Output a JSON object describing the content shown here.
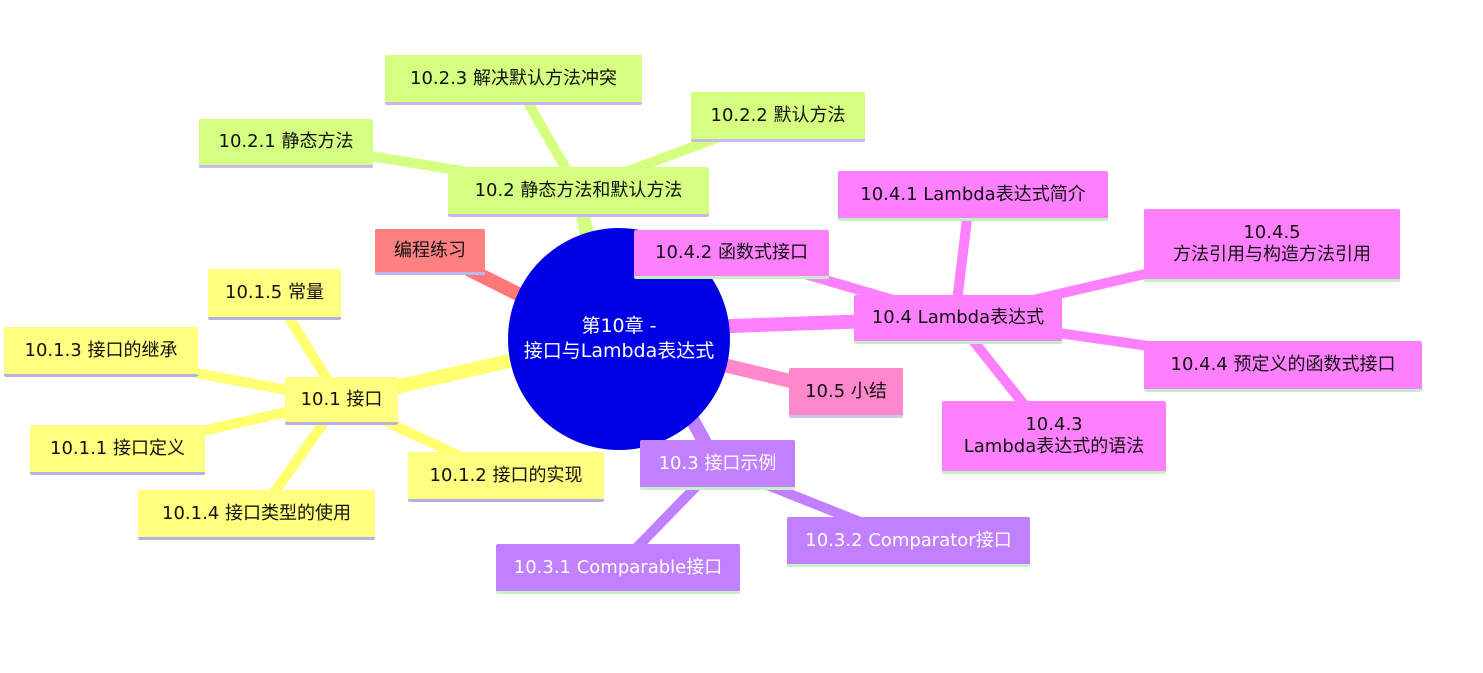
{
  "center": {
    "line1": "第10章 -",
    "line2": "接口与Lambda表达式"
  },
  "practice": "编程练习",
  "b101": {
    "title": "10.1 接口",
    "c1": "10.1.5 常量",
    "c2": "10.1.3 接口的继承",
    "c3": "10.1.1 接口定义",
    "c4": "10.1.4 接口类型的使用",
    "c5": "10.1.2 接口的实现"
  },
  "b102": {
    "title": "10.2 静态方法和默认方法",
    "c1": "10.2.3 解决默认方法冲突",
    "c2": "10.2.2 默认方法",
    "c3": "10.2.1 静态方法"
  },
  "b103": {
    "title": "10.3 接口示例",
    "c1": "10.3.1 Comparable接口",
    "c2": "10.3.2 Comparator接口"
  },
  "b104": {
    "title": "10.4 Lambda表达式",
    "c1": "10.4.1 Lambda表达式简介",
    "c2": "10.4.2 函数式接口",
    "c3a": "10.4.5",
    "c3b": "方法引用与构造方法引用",
    "c4": "10.4.4 预定义的函数式接口",
    "c5a": "10.4.3",
    "c5b": "Lambda表达式的语法"
  },
  "b105": {
    "title": "10.5 小结"
  },
  "colors": {
    "center": "#0000e5",
    "branch_101": "#ffff80",
    "branch_102": "#d5ff80",
    "branch_103": "#c080ff",
    "branch_104": "#ff80ff",
    "branch_105": "#ff88cc",
    "practice": "#ff8080"
  }
}
